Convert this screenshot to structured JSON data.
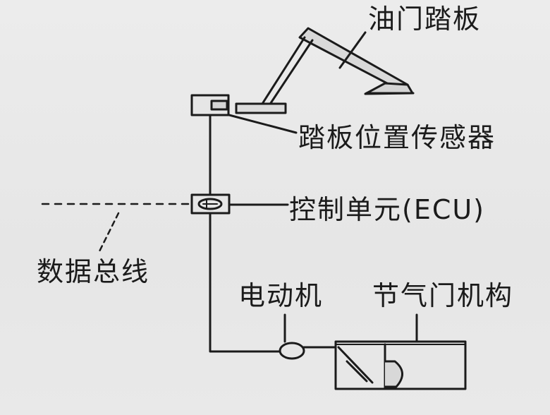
{
  "labels": {
    "accelerator_pedal": "油门踏板",
    "pedal_position_sensor": "踏板位置传感器",
    "control_unit": "控制单元(ECU)",
    "data_bus": "数据总线",
    "motor": "电动机",
    "throttle_mechanism": "节气门机构"
  },
  "colors": {
    "background": "#e9e9e9",
    "ink": "#1b1b1b"
  }
}
